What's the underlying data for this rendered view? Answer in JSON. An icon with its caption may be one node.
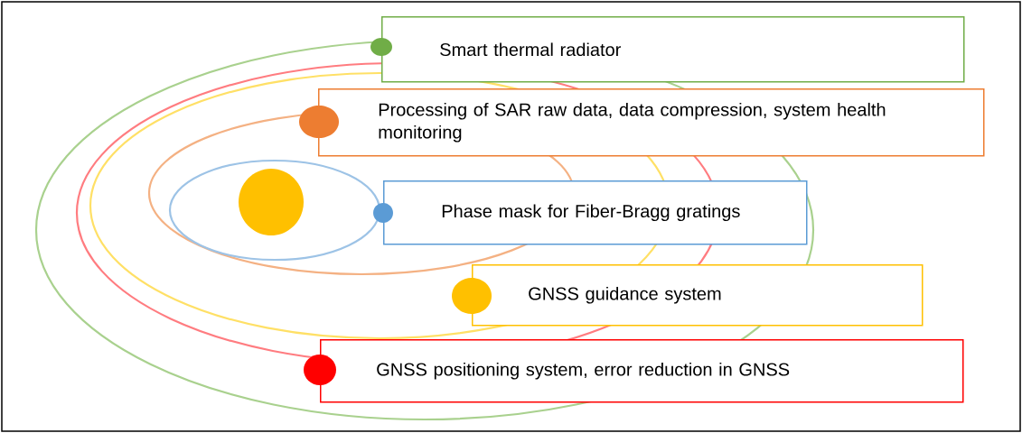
{
  "diagram": {
    "nodes": [
      {
        "text": [
          "Smart thermal radiator"
        ]
      },
      {
        "text": [
          "Processing of SAR raw data, data compression, system health monitoring"
        ]
      },
      {
        "text": [
          "Phase mask for Fiber-Bragg gratings"
        ]
      },
      {
        "text": [
          "GNSS guidance system"
        ]
      },
      {
        "text": [
          "GNSS positioning system, error reduction in GNSS"
        ]
      }
    ]
  }
}
